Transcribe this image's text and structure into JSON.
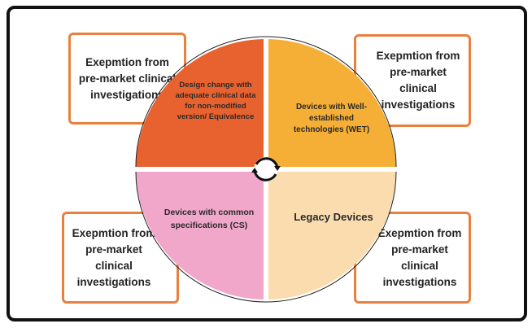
{
  "boxes": [
    {
      "text": "Exepmtion from pre-market clinical investigations"
    },
    {
      "text": "Exepmtion from pre-market clinical investigations"
    },
    {
      "text": "Exepmtion from pre-market clinical investigations"
    },
    {
      "text": "Exepmtion from pre-market clinical investigations"
    }
  ],
  "quadrants": [
    {
      "label": "Design change with adequate clinical data for non-modified version/ Equivalence",
      "color": "#E8622F"
    },
    {
      "label": "Devices with Well-established technologies (WET)",
      "color": "#F5AF36"
    },
    {
      "label": "Devices with common specifications (CS)",
      "color": "#F0A7C9"
    },
    {
      "label": "Legacy Devices",
      "color": "#FBDCAE"
    }
  ],
  "center_icon": "cycle-arrows-icon"
}
